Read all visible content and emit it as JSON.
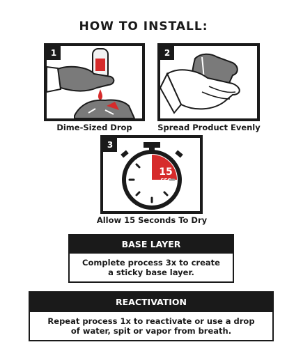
{
  "title": "HOW TO INSTALL:",
  "steps": [
    {
      "number": "1",
      "caption": "Dime-Sized Drop",
      "icon": "glove-drop-icon"
    },
    {
      "number": "2",
      "caption": "Spread Product Evenly",
      "icon": "glove-spread-icon"
    },
    {
      "number": "3",
      "caption": "Allow 15 Seconds To Dry",
      "icon": "stopwatch-icon",
      "timer_label": "15",
      "timer_unit": "SEC"
    }
  ],
  "base_layer": {
    "heading": "BASE LAYER",
    "text_line1": "Complete process 3x to create",
    "text_line2": "a sticky base layer."
  },
  "reactivation": {
    "heading": "REACTIVATION",
    "text_line1": "Repeat process 1x to reactivate or use a drop",
    "text_line2": "of water, spit or vapor from breath."
  },
  "colors": {
    "ink": "#1a1a1a",
    "accent_red": "#d62b2b",
    "glove_gray": "#7a7a7a"
  }
}
